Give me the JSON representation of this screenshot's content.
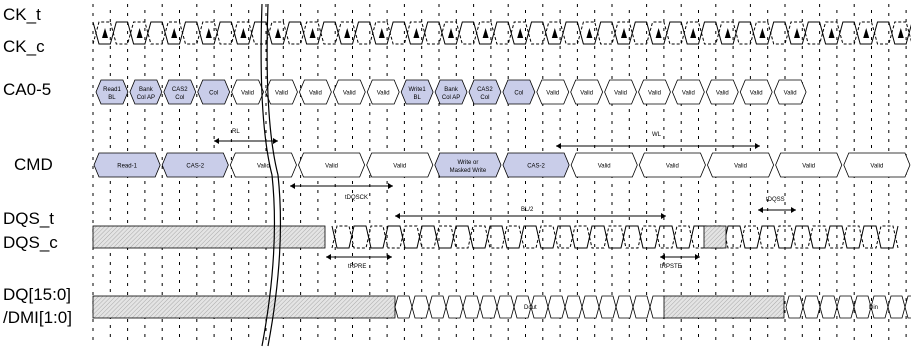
{
  "signals": {
    "ck_t": "CK_t",
    "ck_c": "CK_c",
    "ca": "CA0-5",
    "cmd": "CMD",
    "dqs_t": "DQS_t",
    "dqs_c": "DQS_c",
    "dq": "DQ[15:0]",
    "dmi": "/DMI[1:0]"
  },
  "ca_cells": [
    {
      "l1": "Read1",
      "l2": "BL",
      "blue": true
    },
    {
      "l1": "Bank",
      "l2": "Col AP",
      "blue": true
    },
    {
      "l1": "CAS2",
      "l2": "Col",
      "blue": true
    },
    {
      "l1": "Col",
      "l2": "",
      "blue": true
    },
    {
      "l1": "Valid",
      "l2": "",
      "blue": false
    },
    {
      "l1": "Valid",
      "l2": "",
      "blue": false
    },
    {
      "l1": "Valid",
      "l2": "",
      "blue": false
    },
    {
      "l1": "Valid",
      "l2": "",
      "blue": false
    },
    {
      "l1": "Valid",
      "l2": "",
      "blue": false
    },
    {
      "l1": "Write1",
      "l2": "BL",
      "blue": true
    },
    {
      "l1": "Bank",
      "l2": "Col AP",
      "blue": true
    },
    {
      "l1": "CAS2",
      "l2": "Col",
      "blue": true
    },
    {
      "l1": "Col",
      "l2": "",
      "blue": true
    },
    {
      "l1": "Valid",
      "l2": "",
      "blue": false
    },
    {
      "l1": "Valid",
      "l2": "",
      "blue": false
    },
    {
      "l1": "Valid",
      "l2": "",
      "blue": false
    },
    {
      "l1": "Valid",
      "l2": "",
      "blue": false
    },
    {
      "l1": "Valid",
      "l2": "",
      "blue": false
    },
    {
      "l1": "Valid",
      "l2": "",
      "blue": false
    },
    {
      "l1": "Valid",
      "l2": "",
      "blue": false
    },
    {
      "l1": "Valid",
      "l2": "",
      "blue": false
    }
  ],
  "cmd_cells": [
    {
      "l1": "Read-1",
      "l2": "",
      "blue": true
    },
    {
      "l1": "CAS-2",
      "l2": "",
      "blue": true
    },
    {
      "l1": "Valid",
      "l2": "",
      "blue": false
    },
    {
      "l1": "Valid",
      "l2": "",
      "blue": false
    },
    {
      "l1": "Valid",
      "l2": "",
      "blue": false
    },
    {
      "l1": "Write or",
      "l2": "Masked Write",
      "blue": true
    },
    {
      "l1": "CAS-2",
      "l2": "",
      "blue": true
    },
    {
      "l1": "Valid",
      "l2": "",
      "blue": false
    },
    {
      "l1": "Valid",
      "l2": "",
      "blue": false
    },
    {
      "l1": "Valid",
      "l2": "",
      "blue": false
    },
    {
      "l1": "Valid",
      "l2": "",
      "blue": false
    },
    {
      "l1": "Valid",
      "l2": "",
      "blue": false
    }
  ],
  "timing": {
    "rl": "RL",
    "wl": "WL",
    "tdqsck": "tDQSCK",
    "bl2": "BL/2",
    "tdqss": "tDQSS",
    "trpre": "tRPRE",
    "trpste": "tRPSTE"
  },
  "dq": {
    "dout": "Dout",
    "din": "Din"
  }
}
